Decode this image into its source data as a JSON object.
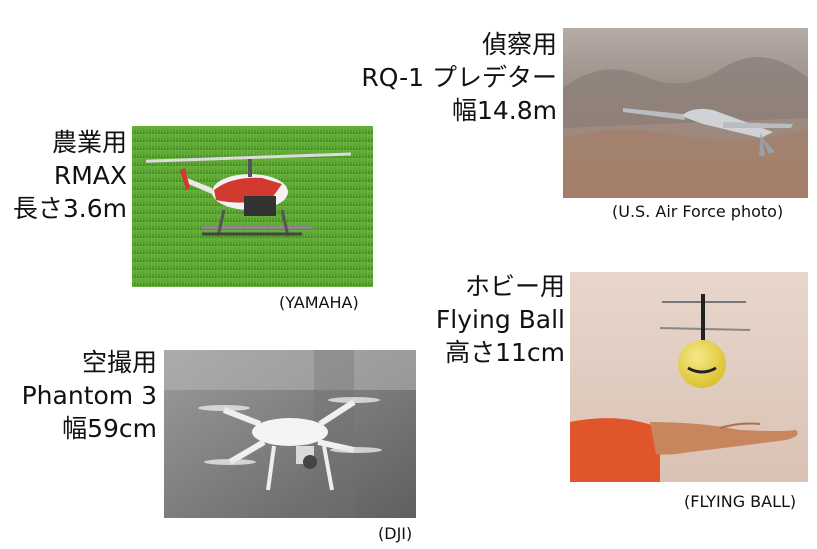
{
  "items": [
    {
      "category": "農業用",
      "name": "RMAX",
      "size": "長さ3.6m",
      "credit": "(YAMAHA)"
    },
    {
      "category": "偵察用",
      "name": "RQ-1 プレデター",
      "size": "幅14.8m",
      "credit": "(U.S. Air Force photo)"
    },
    {
      "category": "空撮用",
      "name": "Phantom 3",
      "size": "幅59cm",
      "credit": "(DJI)"
    },
    {
      "category": "ホビー用",
      "name": "Flying Ball",
      "size": "高さ11cm",
      "credit": "(FLYING BALL)"
    }
  ],
  "colors": {
    "rice_field": "#4e9a2a",
    "desert_sky": "#a49a92",
    "skin": "#c8865f",
    "sleeve": "#e0562a",
    "ball": "#e9d44a"
  }
}
